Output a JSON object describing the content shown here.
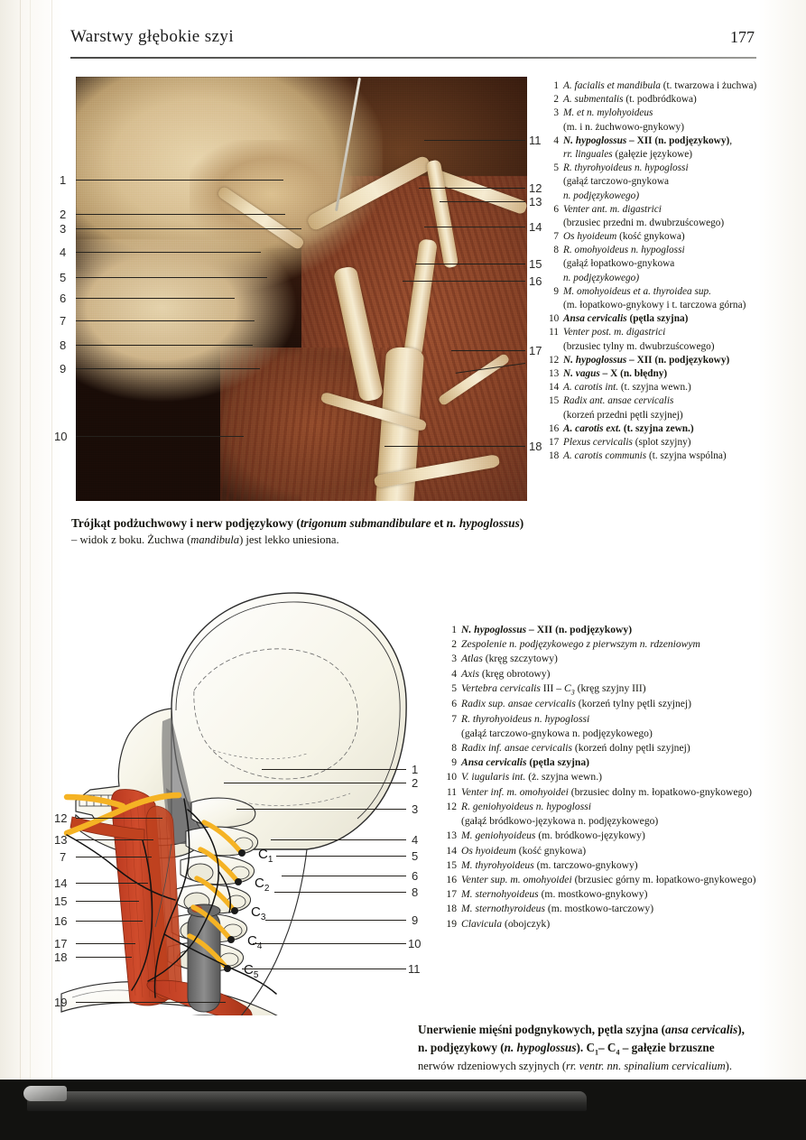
{
  "header": {
    "title": "Warstwy głębokie szyi",
    "page_number": "177"
  },
  "figure_1": {
    "name": "cadaver-photograph-submandibular-triangle",
    "leader_numbers_left": [
      "1",
      "2",
      "3",
      "4",
      "5",
      "6",
      "7",
      "8",
      "9",
      "10"
    ],
    "leader_numbers_right": [
      "11",
      "12",
      "13",
      "14",
      "15",
      "16",
      "17",
      "18"
    ],
    "caption_line_1": "Trójkąt podżuchwowy i nerw podjęzykowy (trigonum submandibulare et n. hypoglossus)",
    "caption_line_2": "– widok z boku. Żuchwa (mandibula) jest lekko uniesiona."
  },
  "legend_1": [
    {
      "n": "1",
      "lines": [
        "A. facialis et mandibula (t. twarzowa i żuchwa)"
      ]
    },
    {
      "n": "2",
      "lines": [
        "A. submentalis (t. podbródkowa)"
      ]
    },
    {
      "n": "3",
      "lines": [
        "M. et n. mylohyoideus",
        "(m. i n. żuchwowo-gnykowy)"
      ]
    },
    {
      "n": "4",
      "lines": [
        "N. hypoglossus – XII (n. podjęzykowy),",
        "rr. linguales (gałęzie językowe)"
      ]
    },
    {
      "n": "5",
      "lines": [
        "R. thyrohyoideus n. hypoglossi",
        "(gałąź tarczowo-gnykowa",
        "n. podjęzykowego)"
      ]
    },
    {
      "n": "6",
      "lines": [
        "Venter ant. m. digastrici",
        "(brzusiec przedni m. dwubrzuścowego)"
      ]
    },
    {
      "n": "7",
      "lines": [
        "Os hyoideum (kość gnykowa)"
      ]
    },
    {
      "n": "8",
      "lines": [
        "R. omohyoideus n. hypoglossi",
        "(gałąź łopatkowo-gnykowa",
        "n. podjęzykowego)"
      ]
    },
    {
      "n": "9",
      "lines": [
        "M. omohyoideus et a. thyroidea sup.",
        "(m. łopatkowo-gnykowy i t. tarczowa górna)"
      ]
    },
    {
      "n": "10",
      "lines": [
        "Ansa cervicalis (pętla szyjna)"
      ]
    },
    {
      "n": "11",
      "lines": [
        "Venter post. m. digastrici",
        "(brzusiec tylny m. dwubrzuścowego)"
      ]
    },
    {
      "n": "12",
      "lines": [
        "N. hypoglossus – XII (n. podjęzykowy)"
      ]
    },
    {
      "n": "13",
      "lines": [
        "N. vagus – X (n. błędny)"
      ]
    },
    {
      "n": "14",
      "lines": [
        "A. carotis int. (t. szyjna wewn.)"
      ]
    },
    {
      "n": "15",
      "lines": [
        "Radix ant. ansae cervicalis",
        "(korzeń przedni pętli szyjnej)"
      ]
    },
    {
      "n": "16",
      "lines": [
        "A. carotis ext. (t. szyjna zewn.)"
      ]
    },
    {
      "n": "17",
      "lines": [
        "Plexus cervicalis (splot szyjny)"
      ]
    },
    {
      "n": "18",
      "lines": [
        "A. carotis communis (t. szyjna wspólna)"
      ]
    }
  ],
  "figure_2": {
    "name": "line-drawing-ansa-cervicalis",
    "leader_numbers_left": [
      "12",
      "13",
      "7",
      "14",
      "15",
      "16",
      "17",
      "18",
      "19"
    ],
    "leader_numbers_right": [
      "1",
      "2",
      "3",
      "4",
      "5",
      "6",
      "8",
      "9",
      "10",
      "11"
    ],
    "vertebra_labels": [
      "C1",
      "C2",
      "C3",
      "C4",
      "C5"
    ],
    "caption_line_1": "Unerwienie mięśni podgnykowych, pętla szyjna (ansa cervicalis),",
    "caption_line_2": "n. podjęzykowy (n. hypoglossus). C1– C4 – gałęzie brzuszne",
    "caption_line_3": "nerwów rdzeniowych szyjnych (rr. ventr. nn. spinalium cervicalium)."
  },
  "legend_2": [
    {
      "n": "1",
      "lines": [
        "N. hypoglossus – XII (n. podjęzykowy)"
      ]
    },
    {
      "n": "2",
      "lines": [
        "Zespolenie n. podjęzykowego z pierwszym n. rdzeniowym"
      ]
    },
    {
      "n": "3",
      "lines": [
        "Atlas (kręg szczytowy)"
      ]
    },
    {
      "n": "4",
      "lines": [
        "Axis (kręg obrotowy)"
      ]
    },
    {
      "n": "5",
      "lines": [
        "Vertebra cervicalis III – C3 (kręg szyjny III)"
      ]
    },
    {
      "n": "6",
      "lines": [
        "Radix sup. ansae cervicalis (korzeń tylny pętli szyjnej)"
      ]
    },
    {
      "n": "7",
      "lines": [
        "R. thyrohyoideus n. hypoglossi",
        "(gałąź tarczowo-gnykowa n. podjęzykowego)"
      ]
    },
    {
      "n": "8",
      "lines": [
        "Radix inf. ansae cervicalis (korzeń dolny pętli szyjnej)"
      ]
    },
    {
      "n": "9",
      "lines": [
        "Ansa cervicalis (pętla szyjna)"
      ]
    },
    {
      "n": "10",
      "lines": [
        "V. iugularis int. (ż. szyjna wewn.)"
      ]
    },
    {
      "n": "11",
      "lines": [
        "Venter inf. m. omohyoidei (brzusiec dolny m. łopatkowo-gnykowego)"
      ]
    },
    {
      "n": "12",
      "lines": [
        "R. geniohyoideus n. hypoglossi",
        "(gałąź bródkowo-językowa n. podjęzykowego)"
      ]
    },
    {
      "n": "13",
      "lines": [
        "M. geniohyoideus (m. bródkowo-językowy)"
      ]
    },
    {
      "n": "14",
      "lines": [
        "Os hyoideum (kość gnykowa)"
      ]
    },
    {
      "n": "15",
      "lines": [
        "M. thyrohyoideus (m. tarczowo-gnykowy)"
      ]
    },
    {
      "n": "16",
      "lines": [
        "Venter sup. m. omohyoidei (brzusiec górny m. łopatkowo-gnykowego)"
      ]
    },
    {
      "n": "17",
      "lines": [
        "M. sternohyoideus (m. mostkowo-gnykowy)"
      ]
    },
    {
      "n": "18",
      "lines": [
        "M. sternothyroideus (m. mostkowo-tarczowy)"
      ]
    },
    {
      "n": "19",
      "lines": [
        "Clavicula (obojczyk)"
      ]
    }
  ],
  "colors": {
    "nerve_yellow": "#f5b324",
    "muscle_red": "#c8432a",
    "vessel_grey": "#7c7c7c",
    "bone_cream": "#f4f2e6",
    "ink": "#16160f"
  }
}
